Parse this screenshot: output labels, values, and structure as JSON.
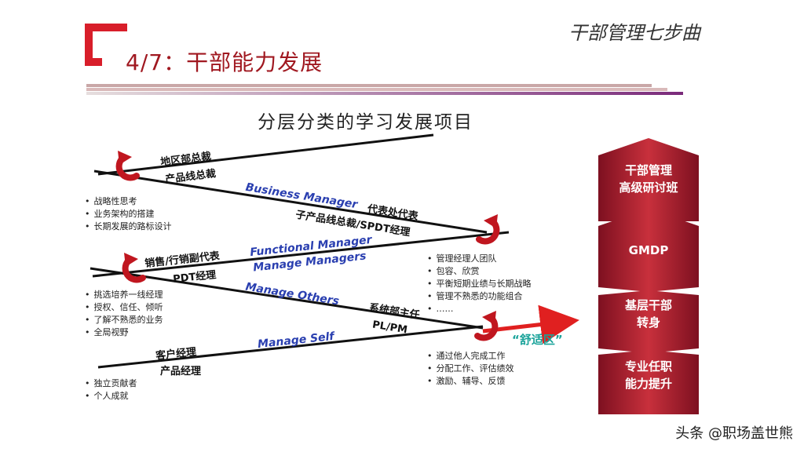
{
  "header": {
    "slide_title": "4/7：干部能力发展",
    "series_title": "干部管理七步曲",
    "brand_color": "#d81e2a"
  },
  "diagram": {
    "title": "分层分类的学习发展项目",
    "role_labels": {
      "regional_president": "地区部总裁",
      "product_line_president": "产品线总裁",
      "office_representative": "代表处代表",
      "sub_product_line_president": "子产品线总裁/SPDT经理",
      "sales_deputy_rep": "销售/行销副代表",
      "pdt_manager": "PDT经理",
      "system_dept_head": "系统部主任",
      "pl_pm": "PL/PM",
      "customer_manager": "客户经理",
      "product_manager": "产品经理"
    },
    "stage_labels": {
      "business_manager": "Business Manager",
      "functional_manager": "Functional Manager",
      "manage_managers": "Manage Managers",
      "manage_others": "Manage Others",
      "manage_self": "Manage Self"
    },
    "bullet_groups": {
      "top_left": [
        "战略性思考",
        "业务架构的搭建",
        "长期发展的路标设计"
      ],
      "mid_right": [
        "管理经理人团队",
        "包容、欣赏",
        "平衡短期业绩与长期战略",
        "管理不熟悉的功能组合",
        "……"
      ],
      "mid_left": [
        "挑选培养一线经理",
        "授权、信任、倾听",
        "了解不熟悉的业务",
        "全局视野"
      ],
      "low_right": [
        "通过他人完成工作",
        "分配工作、评估绩效",
        "激励、辅导、反馈"
      ],
      "bottom_left": [
        "独立贡献者",
        "个人成就"
      ]
    },
    "comfort_zone": "“舒适区”",
    "colors": {
      "line": "#111111",
      "turn_arrow": "#c0161f",
      "stage_text": "#2a3fb0",
      "comfort_arrow": "#e02020",
      "comfort_text": "#1aa39a"
    }
  },
  "programs": {
    "items": [
      "干部管理\n高级研讨班",
      "GMDP",
      "基层干部\n转身",
      "专业任职\n能力提升"
    ],
    "fill_color": "#b01e2a"
  },
  "watermark": "头条 @职场盖世熊"
}
